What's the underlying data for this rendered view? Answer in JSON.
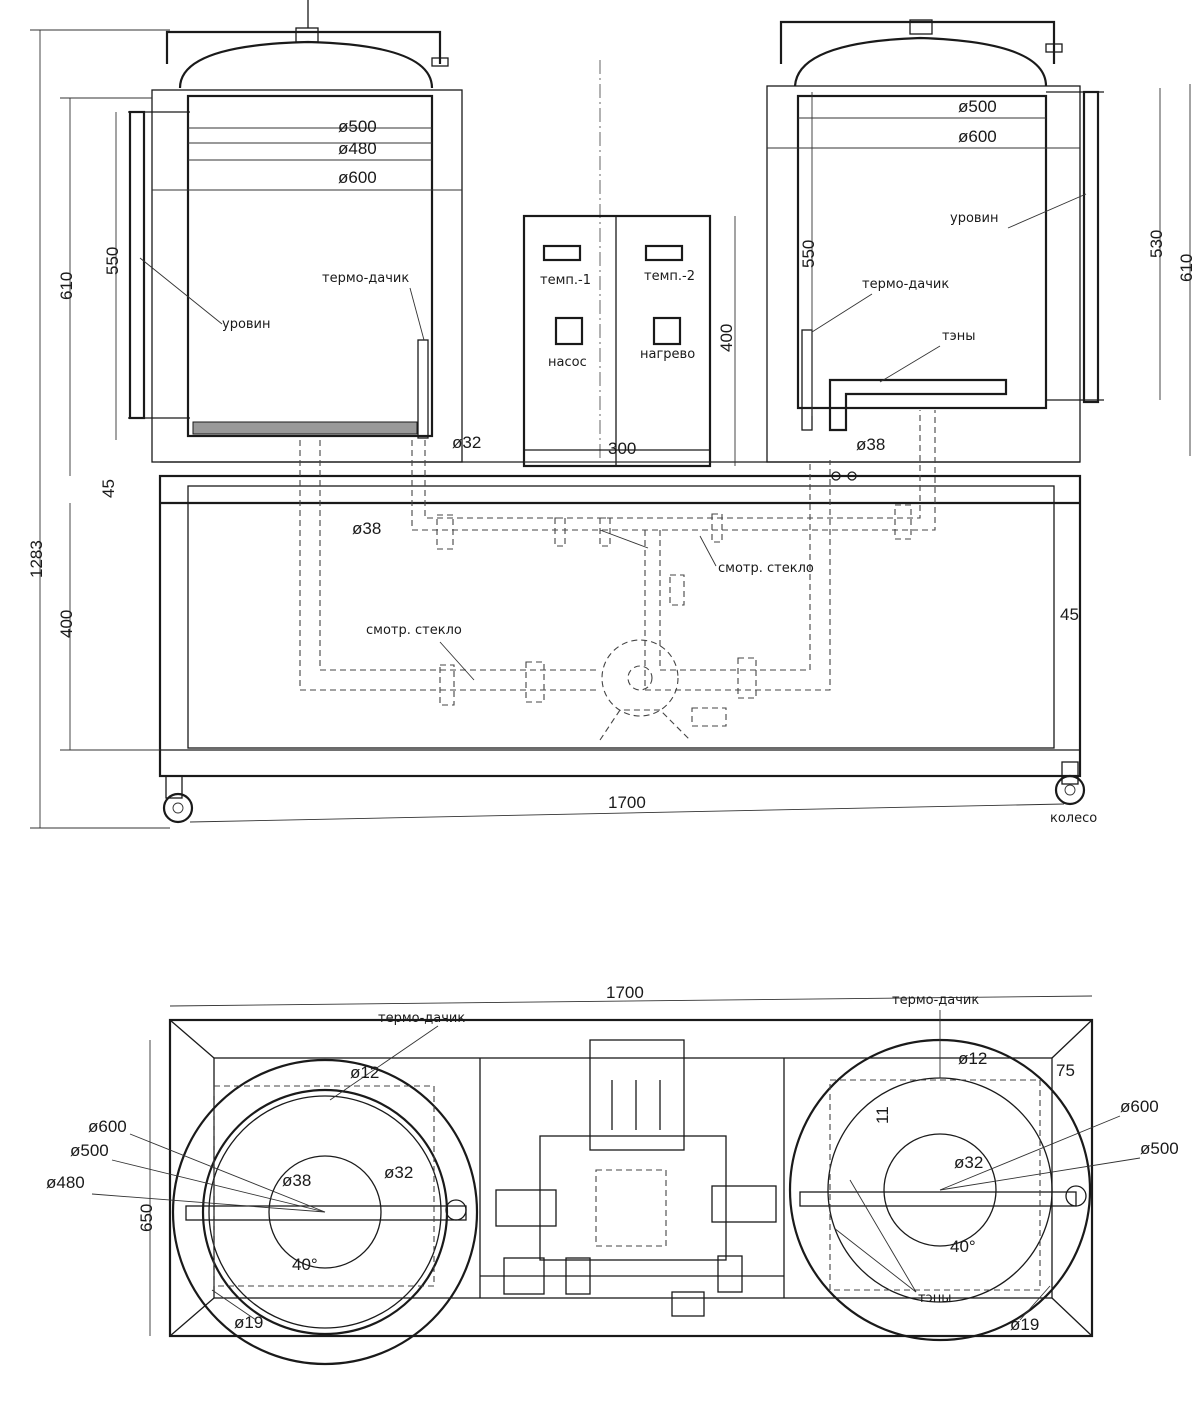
{
  "front_view": {
    "tank_left": {
      "diameters": [
        "ø500",
        "ø480",
        "ø600"
      ],
      "height_outer": "610",
      "height_inner": "550",
      "label_level": "уровин",
      "label_thermo": "термо-дачик",
      "outlet": "ø32"
    },
    "tank_right": {
      "diameters": [
        "ø500",
        "ø600"
      ],
      "height_outer": "610",
      "height_inner": "550",
      "height_mid": "530",
      "label_level": "уровин",
      "label_thermo": "термо-дачик",
      "label_heaters": "тэны",
      "outlet": "ø38"
    },
    "control_panel": {
      "temp1": "темп.-1",
      "temp2": "темп.-2",
      "pump": "насос",
      "heat": "нагрево",
      "height": "400",
      "width": "300"
    },
    "frame": {
      "total_height": "1283",
      "top_beam": "45",
      "cabinet_height": "400",
      "side_beam": "45",
      "width": "1700",
      "pipe": "ø38",
      "wheel": "колесо"
    },
    "sight_glass_1": "смотр. стекло",
    "sight_glass_2": "смотр. стекло"
  },
  "top_view": {
    "width": "1700",
    "depth": "650",
    "left": {
      "thermo": "термо-дачик",
      "d600": "ø600",
      "d500": "ø500",
      "d480": "ø480",
      "d12": "ø12",
      "d38": "ø38",
      "d32": "ø32",
      "angle": "40°",
      "d19": "ø19"
    },
    "right": {
      "thermo": "термо-дачик",
      "d12": "ø12",
      "dim75": "75",
      "dim11": "11",
      "d600": "ø600",
      "d500": "ø500",
      "d32": "ø32",
      "angle": "40°",
      "heaters": "тэны",
      "d19": "ø19"
    }
  }
}
